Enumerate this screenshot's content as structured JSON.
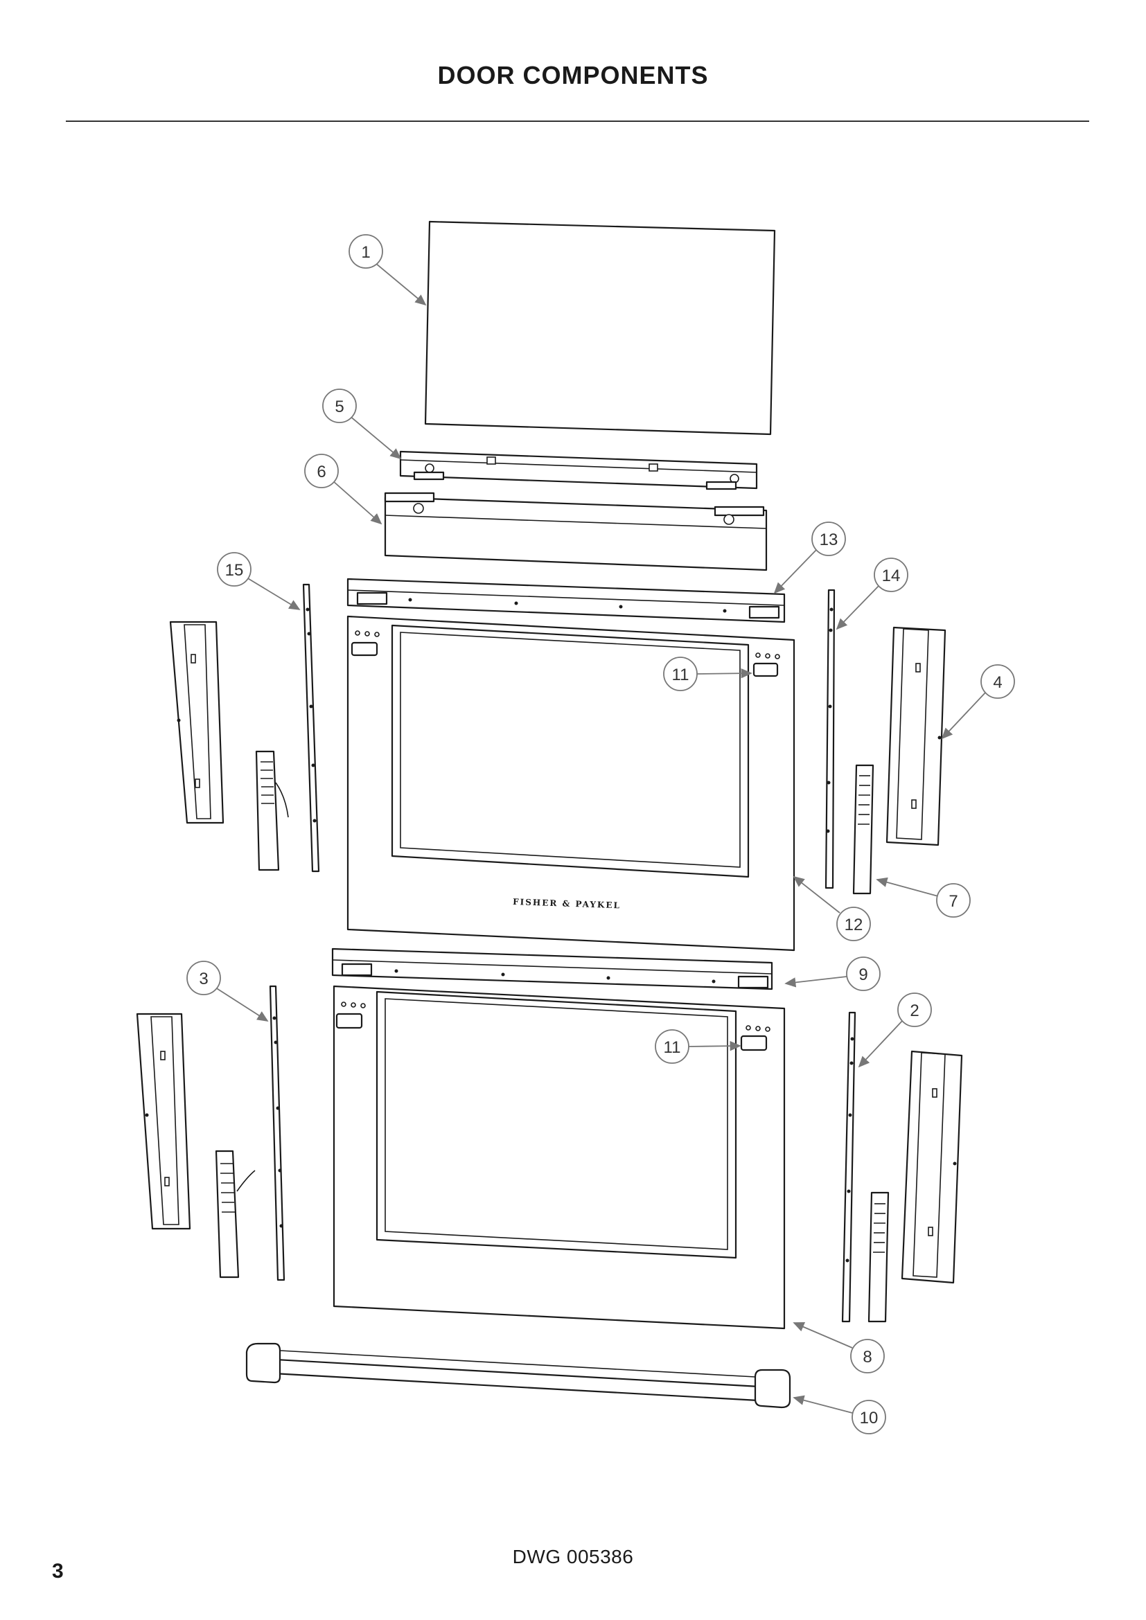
{
  "header": {
    "title": "DOOR COMPONENTS"
  },
  "drawing": {
    "brand_mark": "FISHER & PAYKEL",
    "callouts": [
      "1",
      "5",
      "6",
      "13",
      "15",
      "14",
      "4",
      "11",
      "7",
      "12",
      "3",
      "9",
      "2",
      "11",
      "8",
      "10"
    ]
  },
  "footer": {
    "dwg_number": "DWG 005386",
    "page_number": "3"
  }
}
